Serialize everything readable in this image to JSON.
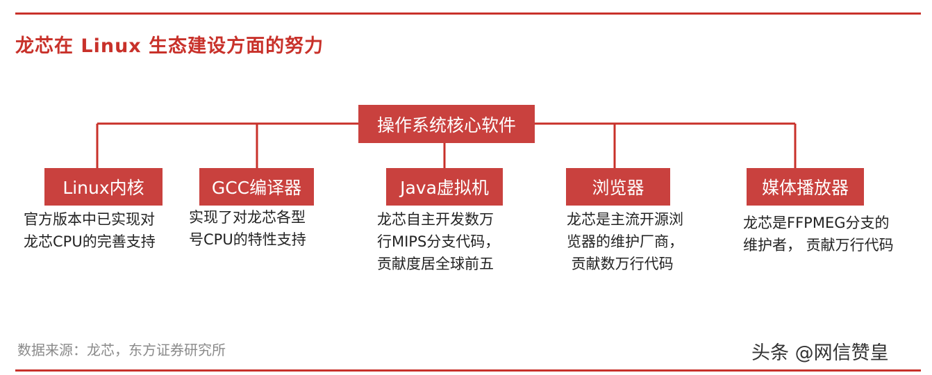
{
  "title": "龙芯在 Linux 生态建设方面的努力",
  "root": {
    "label": "操作系统核心软件"
  },
  "nodes": [
    {
      "label": "Linux内核",
      "desc": [
        "官方版本中已实现对",
        "龙芯CPU的完善支持"
      ]
    },
    {
      "label": "GCC编译器",
      "desc": [
        "实现了对龙芯各型",
        "号CPU的特性支持"
      ]
    },
    {
      "label": "Java虚拟机",
      "desc": [
        "龙芯自主开发数万",
        "行MIPS分支代码，",
        "贡献度居全球前五"
      ]
    },
    {
      "label": "浏览器",
      "desc": [
        "龙芯是主流开源浏",
        "览器的维护厂商，",
        " 贡献数万行代码"
      ]
    },
    {
      "label": "媒体播放器",
      "desc": [
        "龙芯是FFPMEG分支的",
        "维护者， 贡献万行代码"
      ]
    }
  ],
  "source": "数据来源：龙芯，东方证券研究所",
  "watermark": "头条 @网信赞皇",
  "colors": {
    "accent": "#c8312a",
    "box_fill": "#c9413e",
    "text": "#222222",
    "source_text": "#8a8a8a"
  }
}
